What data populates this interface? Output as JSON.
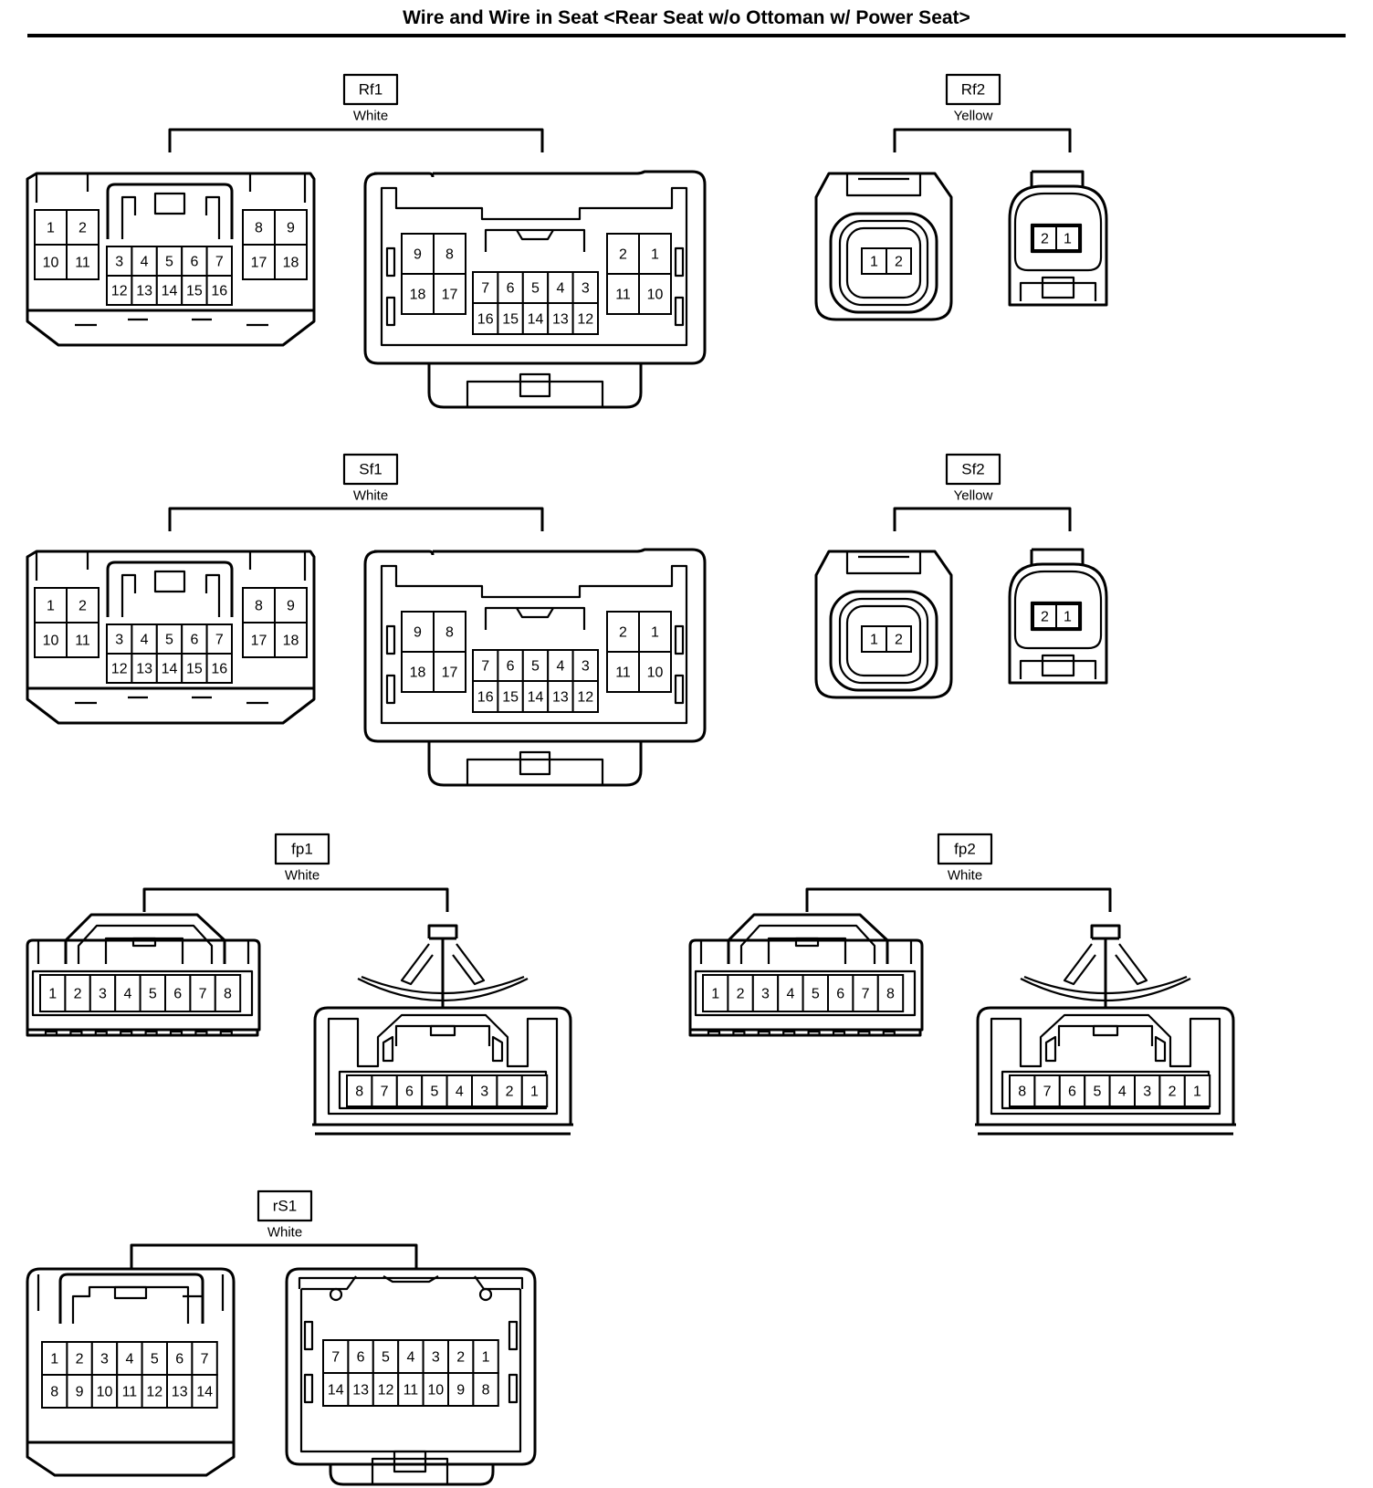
{
  "title": "Wire and Wire in Seat <Rear Seat w/o Ottoman w/ Power Seat>",
  "connectors": [
    {
      "id": "Rf1",
      "color": "White",
      "left_view": {
        "rows": [
          [
            "1",
            "2",
            "",
            "",
            "",
            "",
            "",
            "8",
            "9"
          ],
          [
            "10",
            "11",
            "3",
            "4",
            "5",
            "6",
            "7",
            "17",
            "18"
          ],
          [
            "",
            "",
            "12",
            "13",
            "14",
            "15",
            "16",
            "",
            ""
          ]
        ]
      },
      "right_view": {
        "rows": [
          [
            "9",
            "8",
            "",
            "",
            "",
            "",
            "",
            "2",
            "1"
          ],
          [
            "18",
            "17",
            "7",
            "6",
            "5",
            "4",
            "3",
            "11",
            "10"
          ],
          [
            "",
            "",
            "16",
            "15",
            "14",
            "13",
            "12",
            "",
            ""
          ]
        ]
      }
    },
    {
      "id": "Rf2",
      "color": "Yellow",
      "left_view": {
        "pins": [
          "1",
          "2"
        ]
      },
      "right_view": {
        "pins": [
          "2",
          "1"
        ]
      }
    },
    {
      "id": "Sf1",
      "color": "White",
      "left_view": {
        "rows": [
          [
            "1",
            "2",
            "",
            "",
            "",
            "",
            "",
            "8",
            "9"
          ],
          [
            "10",
            "11",
            "3",
            "4",
            "5",
            "6",
            "7",
            "17",
            "18"
          ],
          [
            "",
            "",
            "12",
            "13",
            "14",
            "15",
            "16",
            "",
            ""
          ]
        ]
      },
      "right_view": {
        "rows": [
          [
            "9",
            "8",
            "",
            "",
            "",
            "",
            "",
            "2",
            "1"
          ],
          [
            "18",
            "17",
            "7",
            "6",
            "5",
            "4",
            "3",
            "11",
            "10"
          ],
          [
            "",
            "",
            "16",
            "15",
            "14",
            "13",
            "12",
            "",
            ""
          ]
        ]
      }
    },
    {
      "id": "Sf2",
      "color": "Yellow",
      "left_view": {
        "pins": [
          "1",
          "2"
        ]
      },
      "right_view": {
        "pins": [
          "2",
          "1"
        ]
      }
    },
    {
      "id": "fp1",
      "color": "White",
      "left_view": {
        "pins": [
          "1",
          "2",
          "3",
          "4",
          "5",
          "6",
          "7",
          "8"
        ]
      },
      "right_view": {
        "pins": [
          "8",
          "7",
          "6",
          "5",
          "4",
          "3",
          "2",
          "1"
        ]
      }
    },
    {
      "id": "fp2",
      "color": "White",
      "left_view": {
        "pins": [
          "1",
          "2",
          "3",
          "4",
          "5",
          "6",
          "7",
          "8"
        ]
      },
      "right_view": {
        "pins": [
          "8",
          "7",
          "6",
          "5",
          "4",
          "3",
          "2",
          "1"
        ]
      }
    },
    {
      "id": "rS1",
      "color": "White",
      "left_view": {
        "rows": [
          [
            "1",
            "2",
            "3",
            "4",
            "5",
            "6",
            "7"
          ],
          [
            "8",
            "9",
            "10",
            "11",
            "12",
            "13",
            "14"
          ]
        ]
      },
      "right_view": {
        "rows": [
          [
            "7",
            "6",
            "5",
            "4",
            "3",
            "2",
            "1"
          ],
          [
            "14",
            "13",
            "12",
            "11",
            "10",
            "9",
            "8"
          ]
        ]
      }
    }
  ]
}
